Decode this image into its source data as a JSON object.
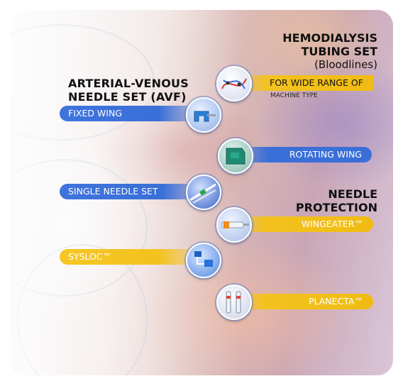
{
  "headings": {
    "avf_line1": "ARTERIAL-VENOUS",
    "avf_line2": "NEEDLE SET (AVF)",
    "hemo_line1": "HEMODIALYSIS",
    "hemo_line2": "TUBING SET",
    "hemo_line3": "(Bloodlines)",
    "needle_line1": "NEEDLE",
    "needle_line2": "PROTECTION"
  },
  "labels": {
    "fixed_wing": "FIXED WING",
    "rotating_wing": "ROTATING WING",
    "single_needle_set": "SINGLE NEEDLE SET",
    "sysloc": "SYSLOC™",
    "wingeater": "WINGEATER™",
    "planecta": "PLANECTA™",
    "wide_range": "FOR WIDE RANGE OF",
    "machine_type": "MACHINE TYPE"
  },
  "icons": {
    "fixed_wing": "fixed-wing-needle-icon",
    "rotating_wing": "rotating-wing-needle-icon",
    "single_needle_set": "single-needle-set-icon",
    "sysloc": "sysloc-device-icon",
    "wingeater": "wingeater-device-icon",
    "planecta": "planecta-device-icon",
    "hemodialysis": "bloodline-tubing-icon"
  },
  "colors": {
    "blue_label": "#3a6fd8",
    "yellow_label": "#f3c21f",
    "heading": "#111111"
  }
}
